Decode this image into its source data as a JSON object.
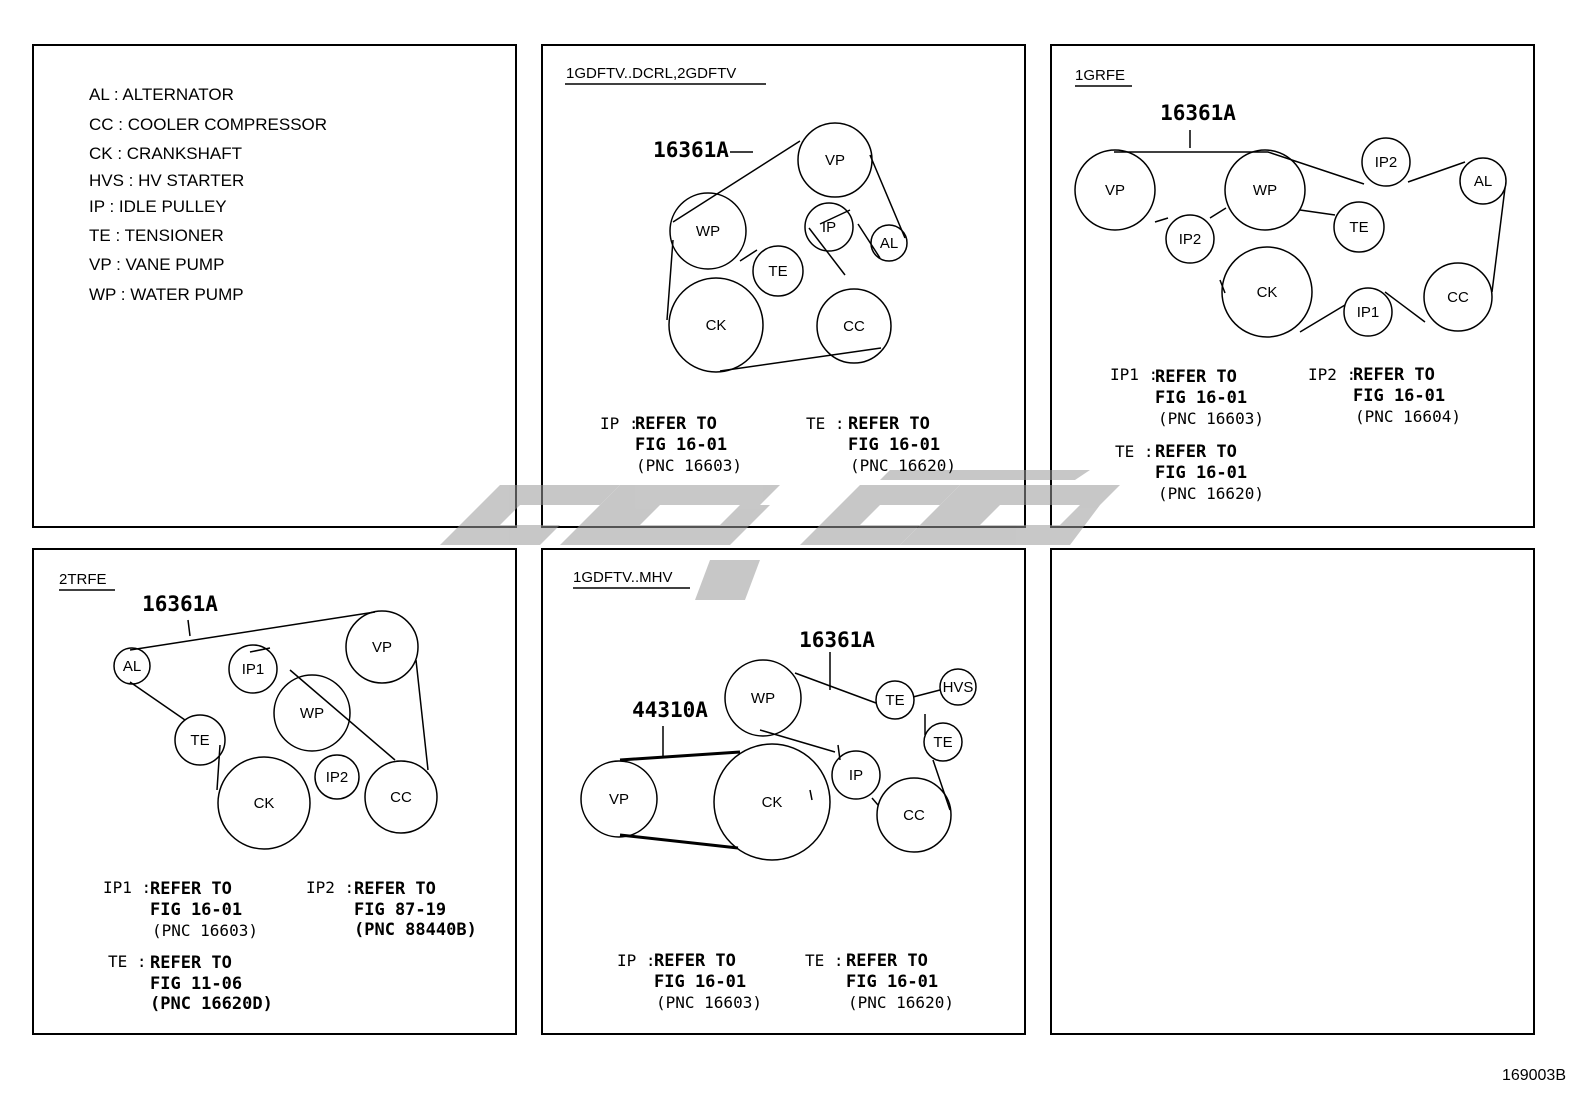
{
  "legend": [
    "AL : ALTERNATOR",
    "CC : COOLER COMPRESSOR",
    "CK : CRANKSHAFT",
    "HVS : HV STARTER",
    "IP : IDLE PULLEY",
    "TE : TENSIONER",
    "VP : VANE PUMP",
    "WP : WATER PUMP"
  ],
  "pulley_labels": {
    "vp": "VP",
    "wp": "WP",
    "ip": "IP",
    "ip1": "IP1",
    "ip2": "IP2",
    "al": "AL",
    "te": "TE",
    "ck": "CK",
    "cc": "CC",
    "hvs": "HVS"
  },
  "panel1": {
    "engine": "1GDFTV..DCRL,2GDFTV",
    "part": "16361A",
    "note_ip": {
      "key": "IP :",
      "l1": "REFER TO",
      "l2": "FIG 16-01",
      "l3": "(PNC 16603)"
    },
    "note_te": {
      "key": "TE :",
      "l1": "REFER TO",
      "l2": "FIG 16-01",
      "l3": "(PNC 16620)"
    }
  },
  "panel2": {
    "engine": "1GRFE",
    "part": "16361A",
    "note_ip1": {
      "key": "IP1 :",
      "l1": "REFER TO",
      "l2": "FIG 16-01",
      "l3": "(PNC 16603)"
    },
    "note_ip2": {
      "key": "IP2 :",
      "l1": "REFER TO",
      "l2": "FIG 16-01",
      "l3": "(PNC 16604)"
    },
    "note_te": {
      "key": "TE :",
      "l1": "REFER TO",
      "l2": "FIG 16-01",
      "l3": "(PNC 16620)"
    }
  },
  "panel3": {
    "engine": "2TRFE",
    "part": "16361A",
    "note_ip1": {
      "key": "IP1 :",
      "l1": "REFER TO",
      "l2": "FIG 16-01",
      "l3": "(PNC 16603)"
    },
    "note_ip2": {
      "key": "IP2 :",
      "l1": "REFER TO",
      "l2": "FIG 87-19",
      "l3": "(PNC 88440B)"
    },
    "note_te": {
      "key": "TE :",
      "l1": "REFER TO",
      "l2": "FIG 11-06",
      "l3": "(PNC 16620D)"
    }
  },
  "panel4": {
    "engine": "1GDFTV..MHV",
    "part_a": "16361A",
    "part_b": "44310A",
    "note_ip": {
      "key": "IP :",
      "l1": "REFER TO",
      "l2": "FIG 16-01",
      "l3": "(PNC 16603)"
    },
    "note_te": {
      "key": "TE :",
      "l1": "REFER TO",
      "l2": "FIG 16-01",
      "l3": "(PNC 16620)"
    }
  },
  "figure_id": "169003B"
}
